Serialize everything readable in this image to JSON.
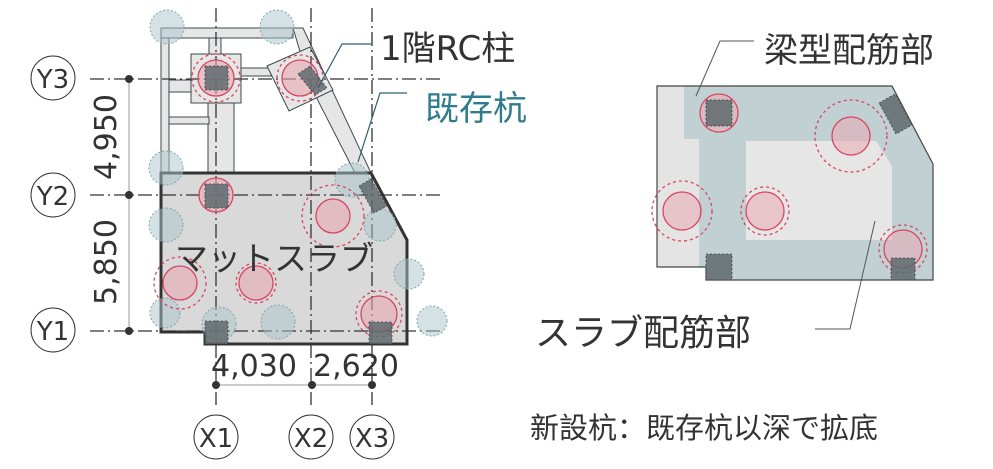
{
  "grid": {
    "y_axes": [
      "Y3",
      "Y2",
      "Y1"
    ],
    "x_axes": [
      "X1",
      "X2",
      "X3"
    ],
    "y_dims": [
      "4,950",
      "5,850"
    ],
    "x_dims": [
      "4,030",
      "2,620"
    ]
  },
  "labels": {
    "column": "1階RC柱",
    "existing_pile": "既存杭",
    "mat_slab": "マットスラブ",
    "beam_rebar": "梁型配筋部",
    "slab_rebar": "スラブ配筋部",
    "note": "新設杭：既存杭以深で拡底"
  },
  "colors": {
    "existing_pile": "#a9c6cc",
    "new_pile": "#d9455f",
    "accent_text": "#2e7c8c",
    "beam_zone": "#c1d1d3",
    "slab_zone": "#e4e4e4"
  }
}
